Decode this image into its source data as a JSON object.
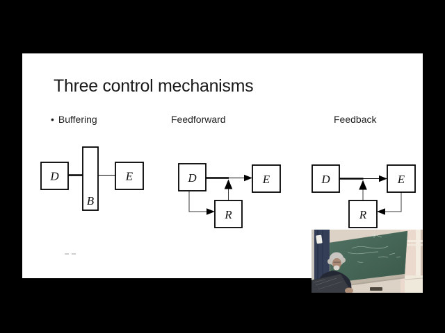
{
  "frame": {
    "background": "#000000",
    "slide_background": "#ffffff"
  },
  "slide": {
    "title": "Three control mechanisms",
    "bullet": "•",
    "columns": [
      {
        "label": "Buffering"
      },
      {
        "label": "Feedforward"
      },
      {
        "label": "Feedback"
      }
    ],
    "diagrams": [
      {
        "name": "buffering",
        "nodes": [
          {
            "id": "D"
          },
          {
            "id": "B"
          },
          {
            "id": "E"
          }
        ],
        "edges": [
          {
            "from": "D",
            "to": "B",
            "arrowhead": false
          },
          {
            "from": "B",
            "to": "E",
            "arrowhead": true
          }
        ]
      },
      {
        "name": "feedforward",
        "nodes": [
          {
            "id": "D"
          },
          {
            "id": "R"
          },
          {
            "id": "E"
          }
        ],
        "edges": [
          {
            "from": "D",
            "to": "E",
            "arrowhead": true
          },
          {
            "from": "D",
            "to": "R",
            "arrowhead": true,
            "route": "down-then-right"
          },
          {
            "from": "R",
            "to": "D-E-line",
            "arrowhead": true,
            "route": "up"
          }
        ]
      },
      {
        "name": "feedback",
        "nodes": [
          {
            "id": "D"
          },
          {
            "id": "R"
          },
          {
            "id": "E"
          }
        ],
        "edges": [
          {
            "from": "D",
            "to": "E",
            "arrowhead": true
          },
          {
            "from": "E",
            "to": "R",
            "arrowhead": true,
            "route": "down-then-left"
          },
          {
            "from": "R",
            "to": "D-E-line",
            "arrowhead": true,
            "route": "up"
          }
        ]
      }
    ]
  },
  "webcam": {
    "type": "video-overlay",
    "scene": "lecturer with white hair reading from dark notebook in front of green chalkboard",
    "colors": {
      "chalkboard": "#47685a",
      "curtain": "#343e57",
      "wall": "#dcd2c5",
      "right_wall": "#ead9cc",
      "shirt": "#232834",
      "notebook": "#3a3d44"
    }
  }
}
